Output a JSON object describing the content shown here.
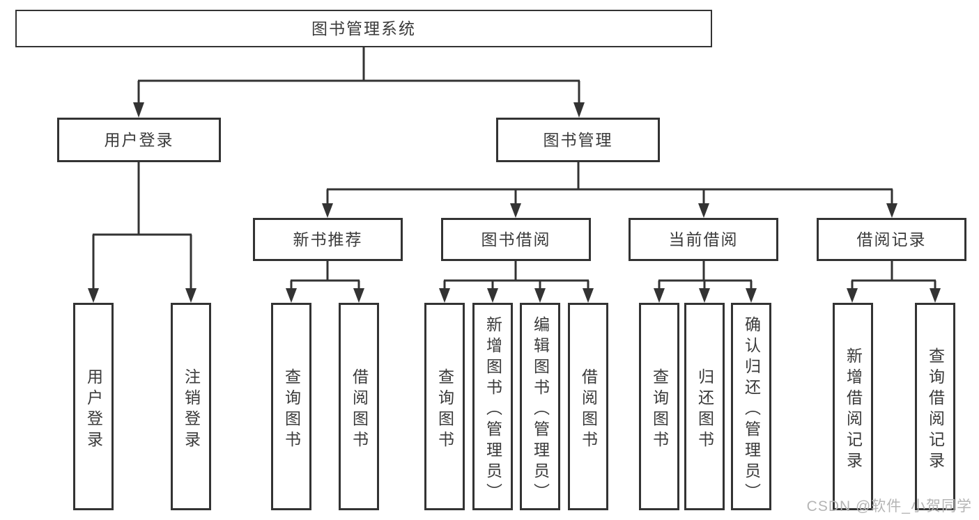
{
  "diagram_title": "图书管理系统",
  "watermark": "CSDN @软件_小贺同学",
  "tree": {
    "root": {
      "label": "图书管理系统"
    },
    "branches": [
      {
        "label": "用户登录",
        "children": [
          {
            "label": "用户登录"
          },
          {
            "label": "注销登录"
          }
        ]
      },
      {
        "label": "图书管理",
        "sections": [
          {
            "label": "新书推荐",
            "children": [
              {
                "label": "查询图书"
              },
              {
                "label": "借阅图书"
              }
            ]
          },
          {
            "label": "图书借阅",
            "children": [
              {
                "label": "查询图书"
              },
              {
                "label": "新增图书（管理员）"
              },
              {
                "label": "编辑图书（管理员）"
              },
              {
                "label": "借阅图书"
              }
            ]
          },
          {
            "label": "当前借阅",
            "children": [
              {
                "label": "查询图书"
              },
              {
                "label": "归还图书"
              },
              {
                "label": "确认归还（管理员）"
              }
            ]
          },
          {
            "label": "借阅记录",
            "children": [
              {
                "label": "新增借阅记录"
              },
              {
                "label": "查询借阅记录"
              }
            ]
          }
        ]
      }
    ]
  },
  "colors": {
    "line": "#333333",
    "text": "#3a3a3a",
    "watermark": "#b5b5b5",
    "background": "#ffffff"
  }
}
